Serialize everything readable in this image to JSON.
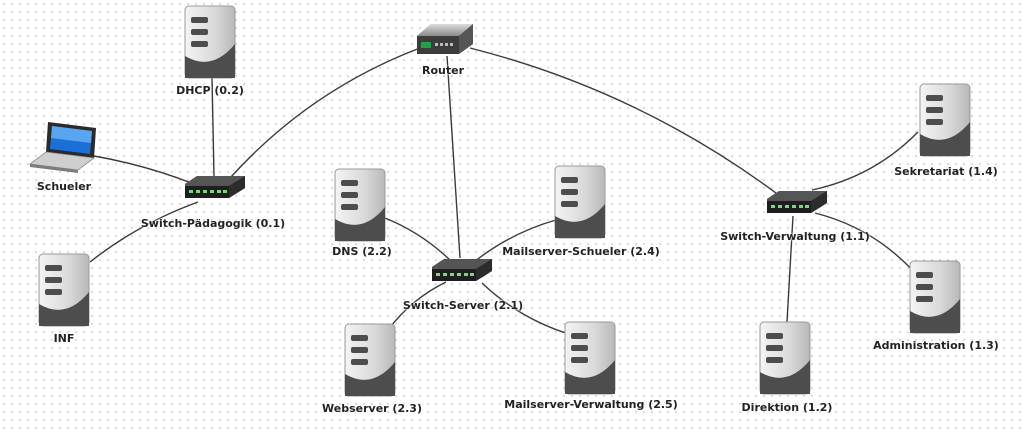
{
  "nodes": {
    "router": {
      "label": "Router",
      "icon": "router-icon"
    },
    "dhcp": {
      "label": "DHCP (0.2)",
      "icon": "server-icon"
    },
    "schueler": {
      "label": "Schueler",
      "icon": "laptop-icon"
    },
    "switch_paedagogik": {
      "label": "Switch-Pädagogik (0.1)",
      "icon": "switch-icon"
    },
    "inf": {
      "label": "INF",
      "icon": "server-icon"
    },
    "dns": {
      "label": "DNS (2.2)",
      "icon": "server-icon"
    },
    "mail_schueler": {
      "label": "Mailserver-Schueler (2.4)",
      "icon": "server-icon"
    },
    "switch_server": {
      "label": "Switch-Server (2.1)",
      "icon": "switch-icon"
    },
    "webserver": {
      "label": "Webserver (2.3)",
      "icon": "server-icon"
    },
    "mail_verwaltung": {
      "label": "Mailserver-Verwaltung (2.5)",
      "icon": "server-icon"
    },
    "switch_verwaltung": {
      "label": "Switch-Verwaltung (1.1)",
      "icon": "switch-icon"
    },
    "sekretariat": {
      "label": "Sekretariat (1.4)",
      "icon": "server-icon"
    },
    "administration": {
      "label": "Administration (1.3)",
      "icon": "server-icon"
    },
    "direktion": {
      "label": "Direktion (1.2)",
      "icon": "server-icon"
    }
  },
  "links": [
    [
      "router",
      "switch_paedagogik"
    ],
    [
      "router",
      "switch_server"
    ],
    [
      "router",
      "switch_verwaltung"
    ],
    [
      "dhcp",
      "switch_paedagogik"
    ],
    [
      "schueler",
      "switch_paedagogik"
    ],
    [
      "inf",
      "switch_paedagogik"
    ],
    [
      "dns",
      "switch_server"
    ],
    [
      "mail_schueler",
      "switch_server"
    ],
    [
      "webserver",
      "switch_server"
    ],
    [
      "mail_verwaltung",
      "switch_server"
    ],
    [
      "sekretariat",
      "switch_verwaltung"
    ],
    [
      "administration",
      "switch_verwaltung"
    ],
    [
      "direktion",
      "switch_verwaltung"
    ]
  ],
  "colors": {
    "link": "#3a3a3a",
    "server_body": "#d8d8d8",
    "server_dark": "#4d4d4d",
    "switch_body": "#2a2a2a",
    "port_led": "#7fd67f",
    "laptop_screen": "#1c6fd6"
  }
}
